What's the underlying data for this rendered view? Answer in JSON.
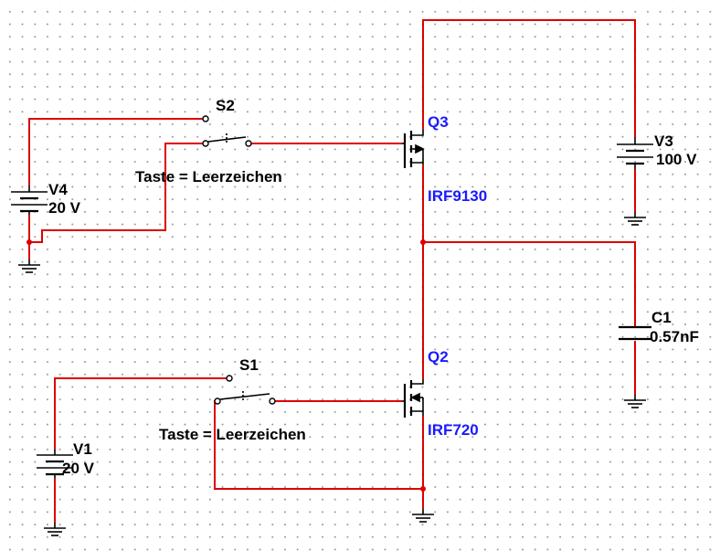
{
  "components": {
    "q3": {
      "ref": "Q3",
      "part": "IRF9130"
    },
    "q2": {
      "ref": "Q2",
      "part": "IRF720"
    },
    "v3": {
      "ref": "V3",
      "value": "100 V"
    },
    "v4": {
      "ref": "V4",
      "value": "20 V"
    },
    "v1": {
      "ref": "V1",
      "value": "20 V"
    },
    "c1": {
      "ref": "C1",
      "value": "0.57nF"
    },
    "s2": {
      "ref": "S2",
      "key": "Taste = Leerzeichen"
    },
    "s1": {
      "ref": "S1",
      "key": "Taste = Leerzeichen"
    }
  },
  "colors": {
    "wire": "#dd0000",
    "component": "#000000",
    "label": "#1a1aff",
    "grid_dot": "#9a9a9a"
  }
}
